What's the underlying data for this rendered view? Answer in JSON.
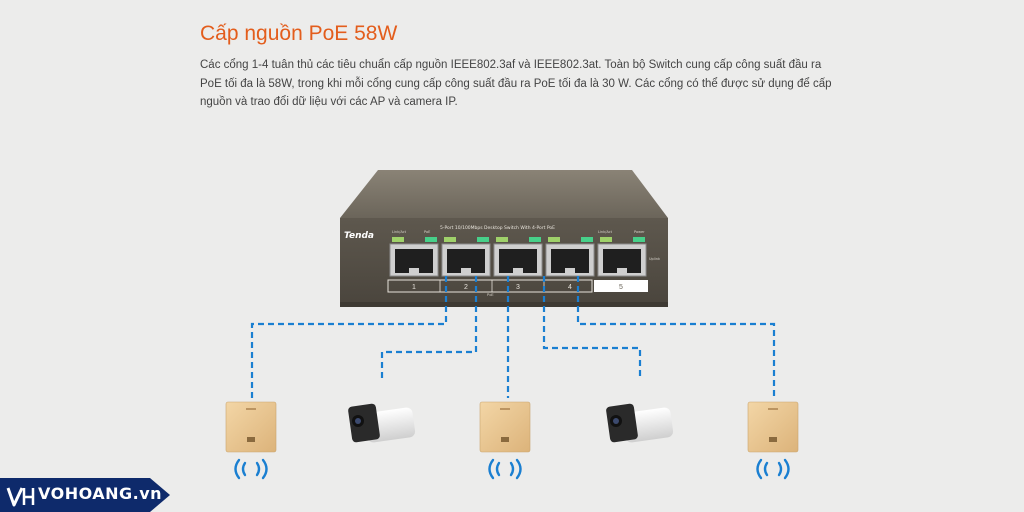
{
  "section": {
    "title": "Cấp nguồn PoE 58W",
    "description": "Các cổng 1-4 tuân thủ các tiêu chuẩn cấp nguồn IEEE802.3af và IEEE802.3at. Toàn bộ Switch cung cấp công suất đầu ra PoE tối đa là 58W, trong khi mỗi cổng cung cấp công suất đầu ra PoE tối đa là 30 W. Các cổng có thể được sử dụng để cấp nguồn và trao đổi dữ liệu với các AP và camera IP."
  },
  "switch": {
    "logo": "Tenda",
    "model_label": "5-Port 10/100Mbps Desktop Switch With 4-Port PoE",
    "led_label_left_1": "Link/Act",
    "led_label_left_2": "PoE",
    "led_label_right_1": "Link/Act",
    "led_label_right_2": "Power",
    "uplink_label": "Uplink",
    "poe_label": "PoE",
    "port_numbers": [
      "1",
      "2",
      "3",
      "4",
      "5"
    ]
  },
  "devices": [
    {
      "type": "wall-ap",
      "icon": "access-point-icon"
    },
    {
      "type": "ip-camera",
      "icon": "bullet-camera-icon"
    },
    {
      "type": "wall-ap",
      "icon": "access-point-icon"
    },
    {
      "type": "ip-camera",
      "icon": "bullet-camera-icon"
    },
    {
      "type": "wall-ap",
      "icon": "access-point-icon"
    }
  ],
  "watermark": {
    "text": "VOHOANG.vn",
    "icon": "vh-logo-icon"
  },
  "colors": {
    "title": "#e35d1c",
    "cable": "#1a7fd1",
    "wifi": "#1a7fd1",
    "switch_body": "#5c564c",
    "ap_gold": "#e9c58f",
    "brand_bar": "#0e2a6b"
  }
}
